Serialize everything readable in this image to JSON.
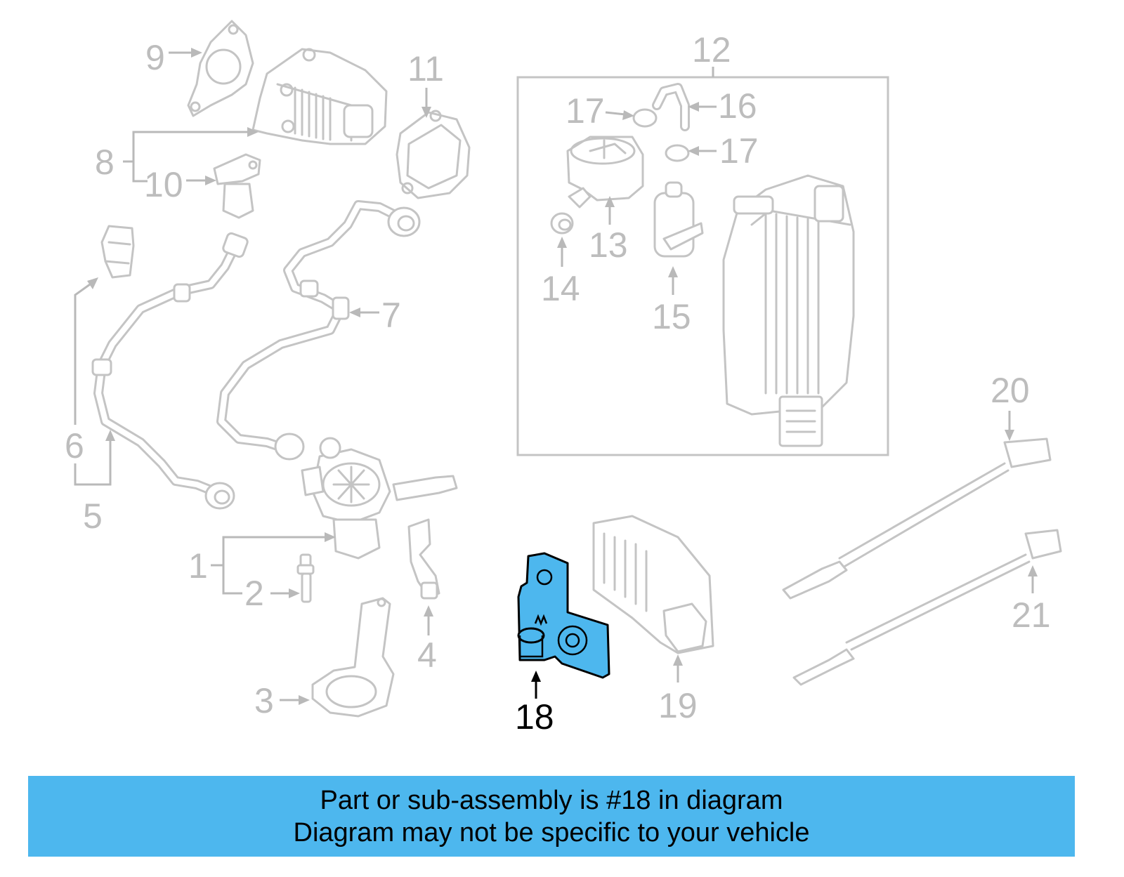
{
  "diagram": {
    "callouts": [
      {
        "id": "1",
        "label": "1"
      },
      {
        "id": "2",
        "label": "2"
      },
      {
        "id": "3",
        "label": "3"
      },
      {
        "id": "4",
        "label": "4"
      },
      {
        "id": "5",
        "label": "5"
      },
      {
        "id": "6",
        "label": "6"
      },
      {
        "id": "7",
        "label": "7"
      },
      {
        "id": "8",
        "label": "8"
      },
      {
        "id": "9",
        "label": "9"
      },
      {
        "id": "10",
        "label": "10"
      },
      {
        "id": "11",
        "label": "11"
      },
      {
        "id": "12",
        "label": "12"
      },
      {
        "id": "13",
        "label": "13"
      },
      {
        "id": "14",
        "label": "14"
      },
      {
        "id": "15",
        "label": "15"
      },
      {
        "id": "16",
        "label": "16"
      },
      {
        "id": "17a",
        "label": "17"
      },
      {
        "id": "17b",
        "label": "17"
      },
      {
        "id": "18",
        "label": "18"
      },
      {
        "id": "19",
        "label": "19"
      },
      {
        "id": "20",
        "label": "20"
      },
      {
        "id": "21",
        "label": "21"
      }
    ],
    "highlighted_part": "18",
    "highlight_color": "#4db7ee",
    "muted_color": "#c4c4c4"
  },
  "banner": {
    "line1": "Part or sub-assembly is #18 in diagram",
    "line2": "Diagram may not be specific to your vehicle",
    "background": "#4db7ee"
  }
}
